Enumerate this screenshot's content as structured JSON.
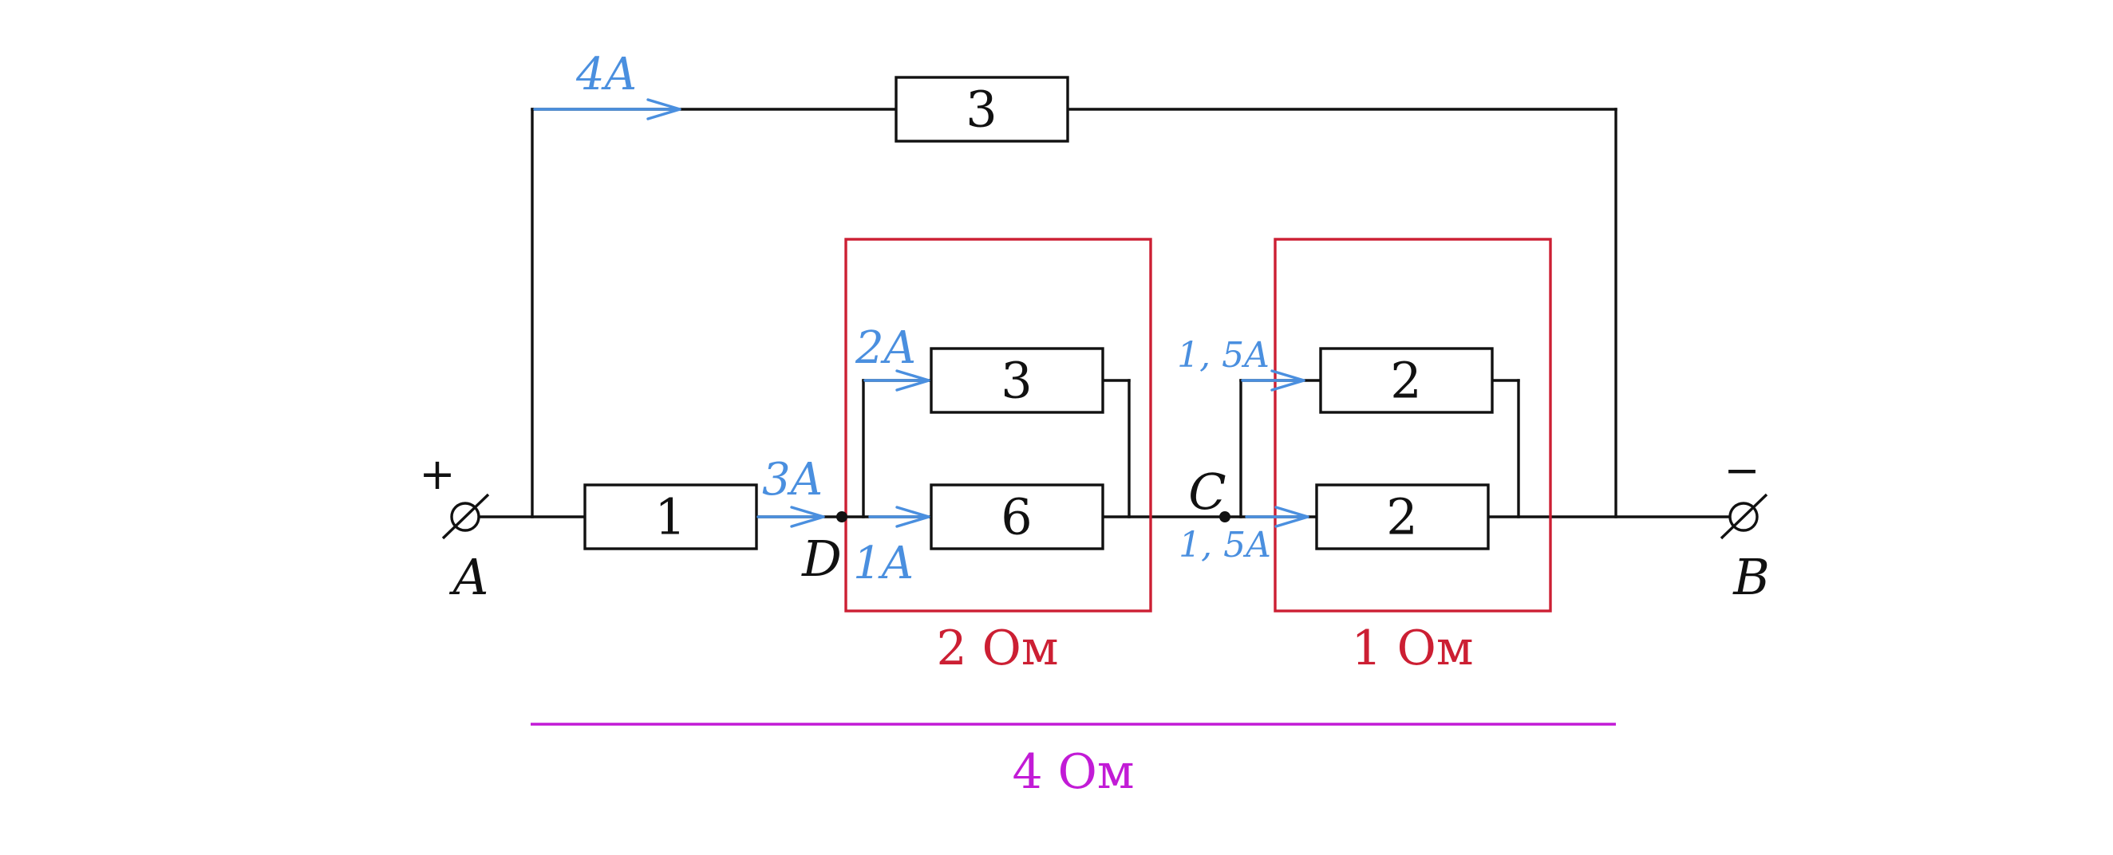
{
  "colors": {
    "wire": "#111111",
    "current": "#4a8fdf",
    "group": "#cc1f33",
    "total": "#c21bd6"
  },
  "terminals": {
    "a_label": "A",
    "a_sign": "+",
    "b_label": "B",
    "b_sign": "−"
  },
  "nodes": {
    "d_label": "D",
    "c_label": "C"
  },
  "resistors": {
    "r_top": "3",
    "r_series": "1",
    "r_par1_top": "3",
    "r_par1_bottom": "6",
    "r_par2_top": "2",
    "r_par2_bottom": "2"
  },
  "currents": {
    "top_branch": "4A",
    "series": "3A",
    "par1_top": "2A",
    "par1_bottom": "1A",
    "par2_top": "1, 5A",
    "par2_bottom": "1, 5A"
  },
  "groups": {
    "group1_resistance": "2 Ом",
    "group2_resistance": "1 Ом",
    "total_resistance": "4 Ом"
  }
}
